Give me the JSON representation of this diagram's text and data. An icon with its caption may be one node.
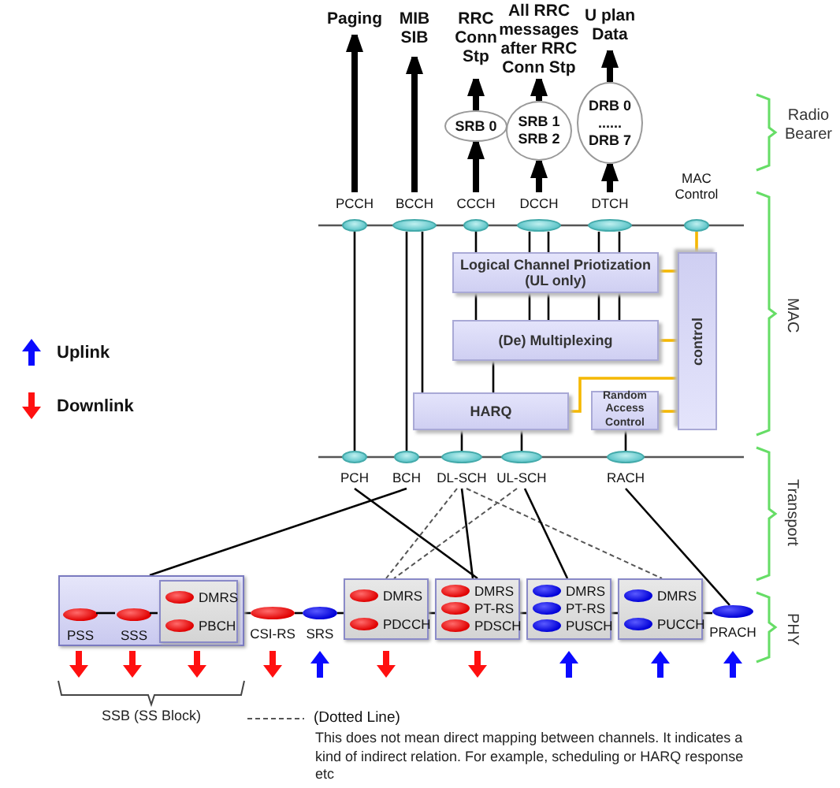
{
  "diagram": {
    "nodes": [
      {
        "text": [
          "Paging"
        ]
      },
      {
        "text": [
          "MIB SIB"
        ]
      },
      {
        "text": [
          "RRC Conn Stp"
        ]
      },
      {
        "text": [
          "All RRC messages after RRC Conn Stp"
        ]
      },
      {
        "text": [
          "U plan Data"
        ]
      },
      {
        "text": [
          "SRB 0"
        ]
      },
      {
        "text": [
          "SRB 1 SRB 2"
        ]
      },
      {
        "text": [
          "DRB 0 ...... DRB 7"
        ]
      },
      {
        "text": [
          "PCCH"
        ]
      },
      {
        "text": [
          "BCCH"
        ]
      },
      {
        "text": [
          "CCCH"
        ]
      },
      {
        "text": [
          "DCCH"
        ]
      },
      {
        "text": [
          "DTCH"
        ]
      },
      {
        "text": [
          "MAC Control"
        ]
      },
      {
        "text": [
          "Logical Channel Priotization (UL only)"
        ]
      },
      {
        "text": [
          "(De) Multiplexing"
        ]
      },
      {
        "text": [
          "HARQ"
        ]
      },
      {
        "text": [
          "Random Access Control"
        ]
      },
      {
        "text": [
          "control"
        ]
      },
      {
        "text": [
          "PCH"
        ]
      },
      {
        "text": [
          "BCH"
        ]
      },
      {
        "text": [
          "DL-SCH"
        ]
      },
      {
        "text": [
          "UL-SCH"
        ]
      },
      {
        "text": [
          "RACH"
        ]
      },
      {
        "text": [],
        "shape": "box"
      },
      {
        "text": [
          "PSS"
        ],
        "in": 24
      },
      {
        "text": [
          "SSS"
        ],
        "in": 24
      },
      {
        "text": [],
        "shape": "box",
        "in": 24
      },
      {
        "text": [
          "DMRS"
        ],
        "in": 27
      },
      {
        "text": [
          "PBCH"
        ],
        "in": 27
      },
      {
        "text": [
          "CSI-RS"
        ]
      },
      {
        "text": [
          "SRS"
        ]
      },
      {
        "text": [],
        "shape": "box"
      },
      {
        "text": [
          "DMRS"
        ],
        "in": 32
      },
      {
        "text": [
          "PDCCH"
        ],
        "in": 32
      },
      {
        "text": [],
        "shape": "box"
      },
      {
        "text": [
          "DMRS"
        ],
        "in": 35
      },
      {
        "text": [
          "PT-RS"
        ],
        "in": 35
      },
      {
        "text": [
          "PDSCH"
        ],
        "in": 35
      },
      {
        "text": [],
        "shape": "box"
      },
      {
        "text": [
          "DMRS"
        ],
        "in": 39
      },
      {
        "text": [
          "PT-RS"
        ],
        "in": 39
      },
      {
        "text": [
          "PUSCH"
        ],
        "in": 39
      },
      {
        "text": [],
        "shape": "box"
      },
      {
        "text": [
          "DMRS"
        ],
        "in": 43
      },
      {
        "text": [
          "PUCCH"
        ],
        "in": 43
      },
      {
        "text": [
          "PRACH"
        ]
      }
    ],
    "edges": [
      {
        "from": 8,
        "to": 0,
        "arrow": "to",
        "style": "thick"
      },
      {
        "from": 9,
        "to": 1,
        "arrow": "to",
        "style": "thick"
      },
      {
        "from": 10,
        "to": 5,
        "arrow": "to",
        "style": "thick"
      },
      {
        "from": 5,
        "to": 2,
        "arrow": "to",
        "style": "thick"
      },
      {
        "from": 11,
        "to": 6,
        "arrow": "to",
        "style": "thick"
      },
      {
        "from": 6,
        "to": 3,
        "arrow": "to",
        "style": "thick"
      },
      {
        "from": 12,
        "to": 7,
        "arrow": "to",
        "style": "thick"
      },
      {
        "from": 7,
        "to": 4,
        "arrow": "to",
        "style": "thick"
      },
      {
        "from": 8,
        "to": 19,
        "arrow": "none"
      },
      {
        "from": 9,
        "to": 20,
        "arrow": "none"
      },
      {
        "from": 9,
        "to": 16,
        "arrow": "none"
      },
      {
        "from": 10,
        "to": 14,
        "arrow": "none"
      },
      {
        "from": 11,
        "to": 14,
        "arrow": "none"
      },
      {
        "from": 11,
        "to": 14,
        "arrow": "none"
      },
      {
        "from": 12,
        "to": 14,
        "arrow": "none"
      },
      {
        "from": 12,
        "to": 14,
        "arrow": "none"
      },
      {
        "from": 14,
        "to": 15,
        "arrow": "none"
      },
      {
        "from": 14,
        "to": 15,
        "arrow": "none"
      },
      {
        "from": 14,
        "to": 15,
        "arrow": "none"
      },
      {
        "from": 14,
        "to": 15,
        "arrow": "none"
      },
      {
        "from": 14,
        "to": 15,
        "arrow": "none"
      },
      {
        "from": 15,
        "to": 16,
        "arrow": "none"
      },
      {
        "from": 16,
        "to": 21,
        "arrow": "none"
      },
      {
        "from": 16,
        "to": 22,
        "arrow": "none"
      },
      {
        "from": 17,
        "to": 23,
        "arrow": "none"
      },
      {
        "from": 13,
        "to": 18,
        "arrow": "none",
        "color": "#f5b800"
      },
      {
        "from": 18,
        "to": 14,
        "arrow": "none",
        "color": "#f5b800"
      },
      {
        "from": 18,
        "to": 15,
        "arrow": "none",
        "color": "#f5b800"
      },
      {
        "from": 18,
        "to": 16,
        "arrow": "none",
        "color": "#f5b800"
      },
      {
        "from": 18,
        "to": 17,
        "arrow": "none",
        "color": "#f5b800"
      },
      {
        "from": 19,
        "to": 35,
        "arrow": "none"
      },
      {
        "from": 20,
        "to": 24,
        "arrow": "none"
      },
      {
        "from": 21,
        "to": 35,
        "arrow": "none"
      },
      {
        "from": 21,
        "to": 32,
        "arrow": "none",
        "style": "dashed"
      },
      {
        "from": 21,
        "to": 43,
        "arrow": "none",
        "style": "dashed"
      },
      {
        "from": 22,
        "to": 32,
        "arrow": "none",
        "style": "dashed"
      },
      {
        "from": 22,
        "to": 39,
        "arrow": "none"
      },
      {
        "from": 23,
        "to": 46,
        "arrow": "none"
      },
      {
        "from": 25,
        "to": 26,
        "arrow": "none"
      },
      {
        "from": 26,
        "to": 27,
        "arrow": "none"
      },
      {
        "from": 24,
        "to": 30,
        "arrow": "none"
      },
      {
        "from": 30,
        "to": 31,
        "arrow": "none"
      },
      {
        "from": 31,
        "to": 32,
        "arrow": "none"
      },
      {
        "from": 32,
        "to": 35,
        "arrow": "none"
      },
      {
        "from": 35,
        "to": 39,
        "arrow": "none"
      },
      {
        "from": 39,
        "to": 43,
        "arrow": "none"
      },
      {
        "from": 43,
        "to": 46,
        "arrow": "none"
      }
    ],
    "labels": [
      "Radio Bearer",
      "MAC",
      "Transport",
      "PHY",
      "SSB (SS Block)",
      "This does not mean direct mapping between channels. It indicates a kind of indirect relation. For example, scheduling or HARQ response etc"
    ],
    "legend": [
      {
        "text": "Uplink"
      },
      {
        "text": "Downlink"
      },
      {
        "text": "(Dotted Line)"
      }
    ]
  }
}
